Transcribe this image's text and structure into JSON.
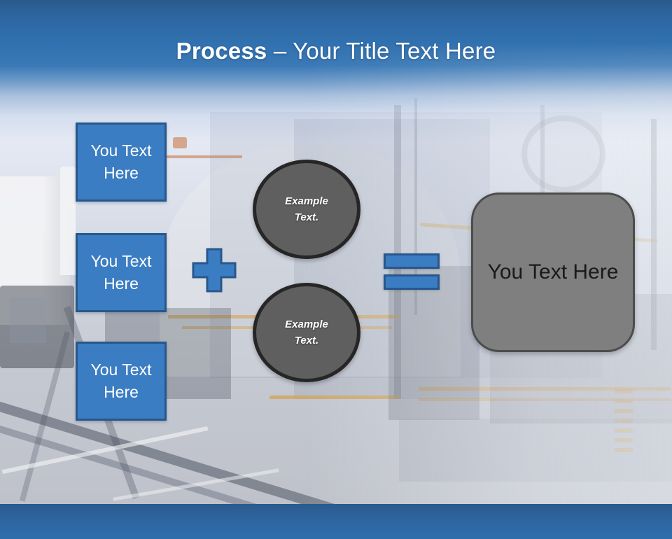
{
  "slide": {
    "header": {
      "title_bold": "Process",
      "title_rest": " – Your Title Text Here"
    },
    "left_boxes": [
      {
        "label": "You Text Here"
      },
      {
        "label": "You Text Here"
      },
      {
        "label": "You Text Here"
      }
    ],
    "operators": {
      "plus_icon": "plus-icon",
      "equals_icon": "equals-icon"
    },
    "circles": [
      {
        "label": "Example Text."
      },
      {
        "label": "Example Text."
      }
    ],
    "result_box": {
      "label": "You Text Here"
    },
    "colors": {
      "accent_blue": "#3b7dc3",
      "accent_blue_border": "#28578b",
      "header_gradient_top": "#2a5a8c",
      "header_gradient_main": "#3173b2",
      "circle_fill": "#5f5f5f",
      "circle_border": "#262626",
      "result_fill": "#7f7f7f",
      "result_border": "#4c4c4c",
      "title_text": "#ffffff",
      "box_text": "#ffffff",
      "circle_text": "#ffffff",
      "result_text": "#1a1a1a"
    }
  }
}
